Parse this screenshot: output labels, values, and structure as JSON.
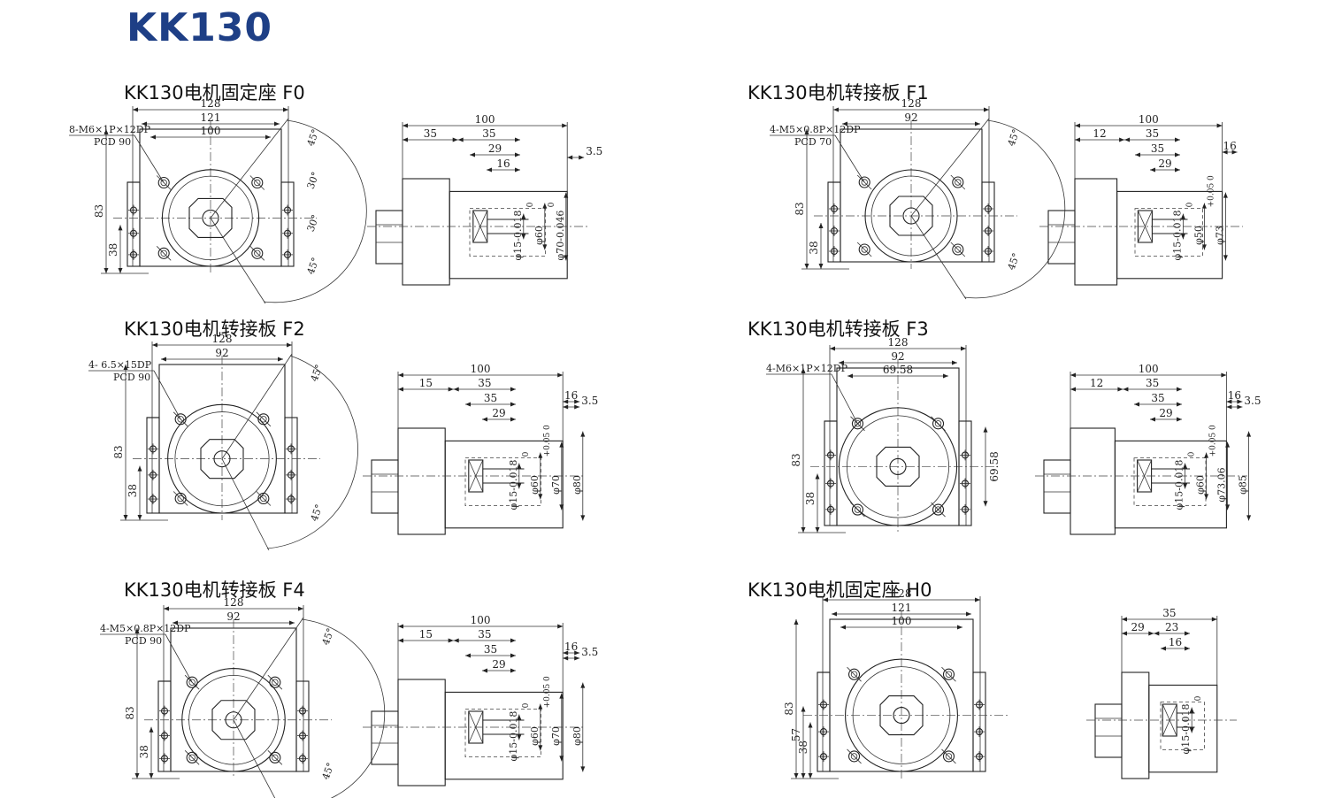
{
  "page": {
    "title": "KK130"
  },
  "sections": [
    {
      "title": "KK130电机固定座 F0",
      "front": {
        "w": 128,
        "mid": 121,
        "inner": 100,
        "note1": "8-M6×1P×12DP",
        "note2": "PCD 90",
        "h": 83,
        "h2": 38,
        "extra": "",
        "angles": [
          "45°",
          "30°",
          "30°",
          "45°"
        ]
      },
      "side": {
        "dims": [
          "100",
          "35",
          "35",
          "29",
          "16",
          "3.5"
        ],
        "dias": [
          "φ15-0.018",
          "φ60",
          "φ70-0.046"
        ],
        "tol": [
          "0",
          "0"
        ]
      }
    },
    {
      "title": "KK130电机转接板 F1",
      "front": {
        "w": 128,
        "mid": 92,
        "inner": "",
        "note1": "4-M5×0.8P×12DP",
        "note2": "PCD 70",
        "h": 83,
        "h2": 38,
        "extra": "",
        "angles": [
          "45°",
          "45°"
        ]
      },
      "side": {
        "dims": [
          "100",
          "12",
          "35",
          "35",
          "29",
          "16"
        ],
        "dias": [
          "φ15-0.018",
          "φ50",
          "φ73"
        ],
        "tol": [
          "0",
          "+0.05 0"
        ]
      }
    },
    {
      "title": "KK130电机转接板 F2",
      "front": {
        "w": 128,
        "mid": 92,
        "inner": "",
        "note1": "4- 6.5×15DP",
        "note2": "PCD 90",
        "h": 83,
        "h2": 38,
        "extra": "",
        "angles": [
          "45°",
          "45°"
        ]
      },
      "side": {
        "dims": [
          "100",
          "15",
          "35",
          "35",
          "29",
          "16",
          "3.5"
        ],
        "dias": [
          "φ15-0.018",
          "φ60",
          "φ70",
          "φ80"
        ],
        "tol": [
          "0",
          "+0.05 0"
        ]
      }
    },
    {
      "title": "KK130电机转接板 F3",
      "front": {
        "w": 128,
        "mid": 92,
        "inner": 69.58,
        "note1": "4-M6×1P×12DP",
        "note2": "",
        "h": 83,
        "h2": 38,
        "extra": "69.58",
        "angles": []
      },
      "side": {
        "dims": [
          "100",
          "12",
          "35",
          "35",
          "29",
          "16",
          "3.5"
        ],
        "dias": [
          "φ15-0.018",
          "φ60",
          "φ73.06",
          "φ85"
        ],
        "tol": [
          "0",
          "+0.05 0"
        ]
      }
    },
    {
      "title": "KK130电机转接板 F4",
      "front": {
        "w": 128,
        "mid": 92,
        "inner": "",
        "note1": "4-M5×0.8P×12DP",
        "note2": "PCD 90",
        "h": 83,
        "h2": 38,
        "extra": "",
        "angles": [
          "45°",
          "45°"
        ]
      },
      "side": {
        "dims": [
          "100",
          "15",
          "35",
          "35",
          "29",
          "16",
          "3.5"
        ],
        "dias": [
          "φ15-0.018",
          "φ60",
          "φ70",
          "φ80"
        ],
        "tol": [
          "0",
          "+0.05 0"
        ]
      }
    },
    {
      "title": "KK130电机固定座 H0",
      "front": {
        "w": 128,
        "mid": 121,
        "inner": 100,
        "note1": "",
        "note2": "",
        "h": 83,
        "h2": 38,
        "extra": "57",
        "angles": []
      },
      "side": {
        "dims": [
          "35",
          "29",
          "23",
          "16"
        ],
        "dias": [
          "φ15-0.018"
        ],
        "tol": [
          "0"
        ]
      }
    }
  ],
  "colors": {
    "title": "#1e3f86",
    "line": "#222222"
  }
}
